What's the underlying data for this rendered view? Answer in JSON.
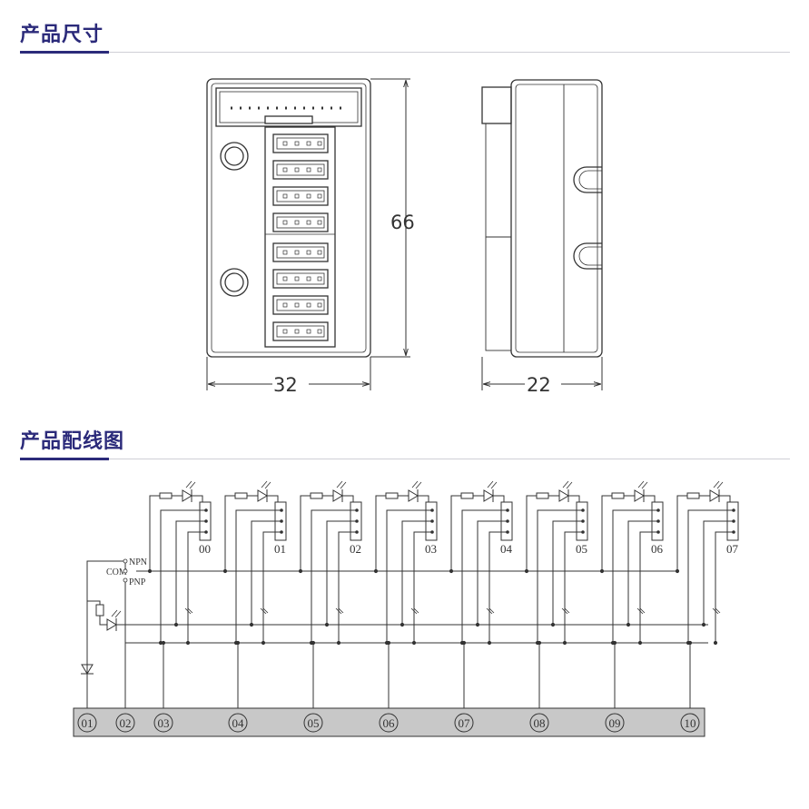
{
  "sections": {
    "dimensions_title": "产品尺寸",
    "wiring_title": "产品配线图"
  },
  "dimensions": {
    "width": "32",
    "height": "66",
    "depth": "22"
  },
  "wiring": {
    "channels": [
      "00",
      "01",
      "02",
      "03",
      "04",
      "05",
      "06",
      "07"
    ],
    "mode_labels": {
      "npn": "NPN",
      "com": "COM",
      "pnp": "PNP"
    },
    "terminals": [
      "01",
      "02",
      "03",
      "04",
      "05",
      "06",
      "07",
      "08",
      "09",
      "10"
    ]
  },
  "colors": {
    "accent": "#2b2a7a",
    "terminal_strip": "#c8c8c8"
  }
}
